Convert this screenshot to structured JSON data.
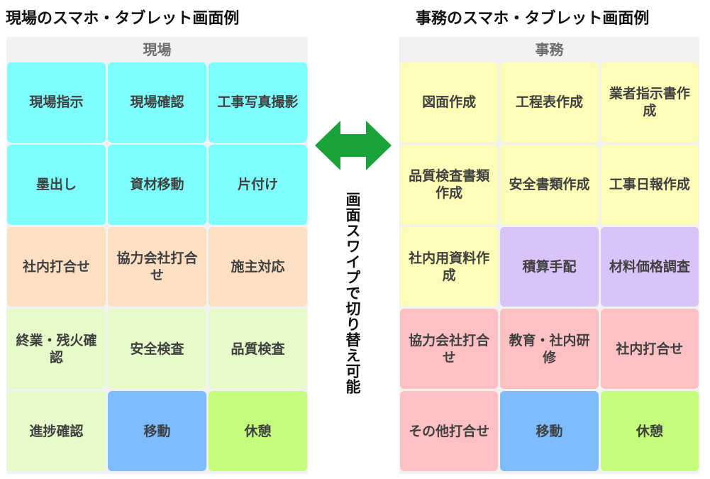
{
  "left": {
    "heading": "現場のスマホ・タブレット画面例",
    "header": "現場",
    "tiles": [
      {
        "label": "現場指示",
        "color": "cyan"
      },
      {
        "label": "現場確認",
        "color": "cyan"
      },
      {
        "label": "工事写真撮影",
        "color": "cyan"
      },
      {
        "label": "墨出し",
        "color": "cyan"
      },
      {
        "label": "資材移動",
        "color": "cyan"
      },
      {
        "label": "片付け",
        "color": "cyan"
      },
      {
        "label": "社内打合せ",
        "color": "peach"
      },
      {
        "label": "協力会社打合せ",
        "color": "peach"
      },
      {
        "label": "施主対応",
        "color": "peach"
      },
      {
        "label": "終業・残火確認",
        "color": "lightgreen"
      },
      {
        "label": "安全検査",
        "color": "lightgreen"
      },
      {
        "label": "品質検査",
        "color": "lightgreen"
      },
      {
        "label": "進捗確認",
        "color": "lightgreen"
      },
      {
        "label": "移動",
        "color": "blue"
      },
      {
        "label": "休憩",
        "color": "green"
      }
    ]
  },
  "right": {
    "heading": "事務のスマホ・タブレット画面例",
    "header": "事務",
    "tiles": [
      {
        "label": "図面作成",
        "color": "yellow"
      },
      {
        "label": "工程表作成",
        "color": "yellow"
      },
      {
        "label": "業者指示書作成",
        "color": "yellow"
      },
      {
        "label": "品質検査書類作成",
        "color": "yellow"
      },
      {
        "label": "安全書類作成",
        "color": "yellow"
      },
      {
        "label": "工事日報作成",
        "color": "yellow"
      },
      {
        "label": "社内用資料作成",
        "color": "yellow"
      },
      {
        "label": "積算手配",
        "color": "purple"
      },
      {
        "label": "材料価格調査",
        "color": "purple"
      },
      {
        "label": "協力会社打合せ",
        "color": "pink"
      },
      {
        "label": "教育・社内研修",
        "color": "pink"
      },
      {
        "label": "社内打合せ",
        "color": "pink"
      },
      {
        "label": "その他打合せ",
        "color": "pink"
      },
      {
        "label": "移動",
        "color": "blue"
      },
      {
        "label": "休憩",
        "color": "green"
      }
    ]
  },
  "swipe_note": "画面スワイプで切り替え可能",
  "colors": {
    "cyan": "#7ffdfd",
    "peach": "#fde0c4",
    "lightgreen": "#e6fbc9",
    "blue": "#7fbcfd",
    "green": "#c4fd7c",
    "yellow": "#fdfdb8",
    "purple": "#d9c3f9",
    "pink": "#fdc1c4",
    "arrow": "#1aa33a"
  },
  "icons": {
    "swap": "double-arrow-icon"
  }
}
